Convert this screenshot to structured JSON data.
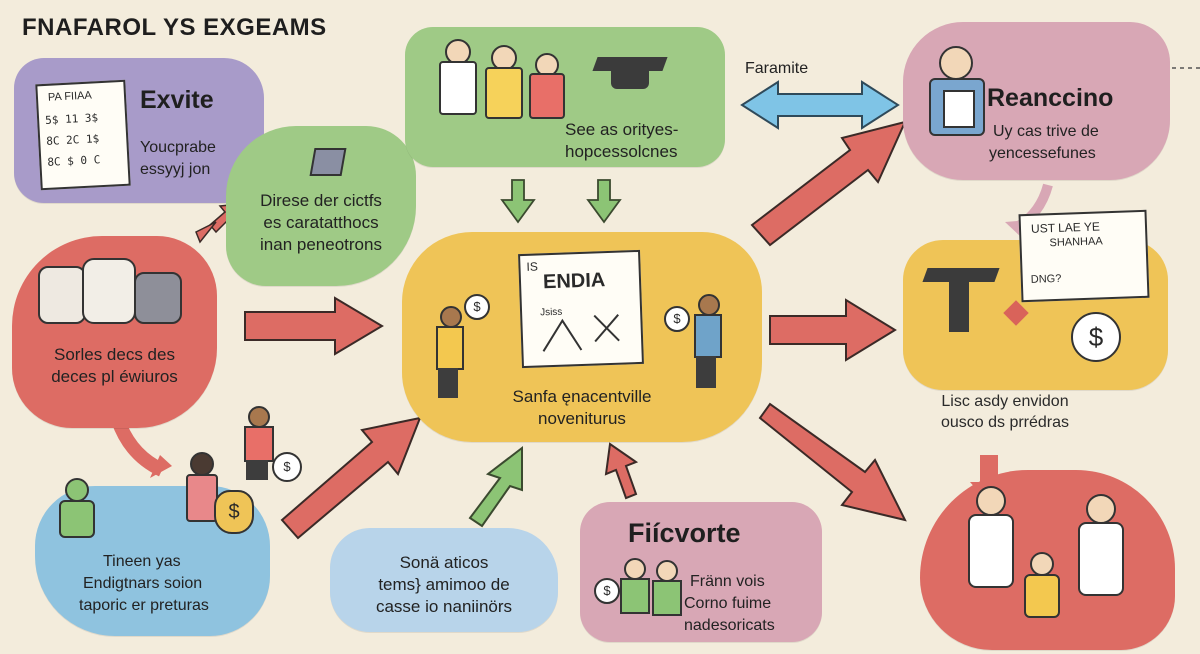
{
  "header": {
    "title": "FNAFAROL YS  EXGEAMS"
  },
  "colors": {
    "purple": "#a89bc9",
    "green": "#9fca86",
    "yellow": "#efc457",
    "pink": "#d8a7b5",
    "red": "#dd6c64",
    "blue": "#8fc3df",
    "lavender_blue": "#b8d4ea",
    "arrow_red": "#d9635a",
    "arrow_green": "#8cc475",
    "arrow_blue": "#7fc4e6"
  },
  "nodes": {
    "top_left": {
      "heading": "Exvite",
      "lines": [
        "Youcprabe",
        "essyyj jon"
      ],
      "sheet_title": "PA FIIAA",
      "sheet_rows": [
        "5$ 11 3$",
        "8C 2C 1$",
        "8C $ 0 C"
      ]
    },
    "mid_left_green": {
      "lines": [
        "Direse der cictfs",
        "es caratatthocs",
        "inan peneotrons"
      ]
    },
    "left_red": {
      "lines": [
        "Sorles decs des",
        "deces pl éwiuros"
      ]
    },
    "top_center_green": {
      "lines": [
        "See as orityes-",
        "hopcessolcnes"
      ]
    },
    "center_yellow": {
      "lines": [
        "Sanfa ęnacentville",
        "noveniturus"
      ],
      "poster_title": "ENDIA",
      "poster_corner": "IS",
      "poster_sub": "Jsiss"
    },
    "top_right_pink": {
      "heading": "Reanccino",
      "lines": [
        "Uy cas trive de",
        "yencessefunes"
      ]
    },
    "right_yellow": {
      "lines": [
        "Lisc asdy envidon",
        "ousco ds prrédras"
      ],
      "board_lines": [
        "UST  LAE  YE",
        "SHANHAA",
        "DNG?"
      ]
    },
    "bottom_left_blue": {
      "lines": [
        "Tineen yas",
        "Endigtnars soion",
        "taporic er preturas"
      ]
    },
    "bottom_center_blue": {
      "lines": [
        "Sonä aticos",
        "tems} amimoo de",
        "casse io naniinörs"
      ]
    },
    "bottom_pink": {
      "heading": "Fiícvorte",
      "lines": [
        "Fränn vois",
        "Corno fuime",
        "nadesoricats"
      ]
    }
  },
  "labels": {
    "faramite": "Faramite"
  },
  "icons": [
    "graduation-cap-icon",
    "dollar-coin-icon",
    "box-icon",
    "money-bag-icon",
    "family-icon",
    "document-icon"
  ]
}
